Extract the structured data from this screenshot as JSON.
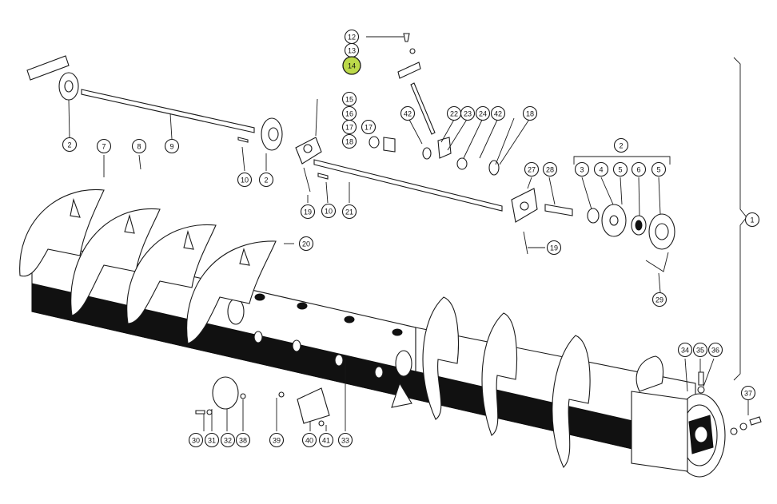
{
  "diagram": {
    "callouts": [
      "1",
      "2",
      "2",
      "2",
      "3",
      "4",
      "5",
      "5",
      "6",
      "7",
      "8",
      "9",
      "10",
      "10",
      "12",
      "13",
      "14",
      "15",
      "16",
      "17",
      "17",
      "18",
      "18",
      "19",
      "19",
      "20",
      "21",
      "22",
      "23",
      "24",
      "27",
      "28",
      "29",
      "30",
      "31",
      "32",
      "33",
      "34",
      "35",
      "36",
      "37",
      "38",
      "39",
      "40",
      "41",
      "42",
      "42"
    ],
    "highlighted_callout": "14",
    "highlight_color": "#bcd94a",
    "line_color": "#1a1a1a"
  }
}
